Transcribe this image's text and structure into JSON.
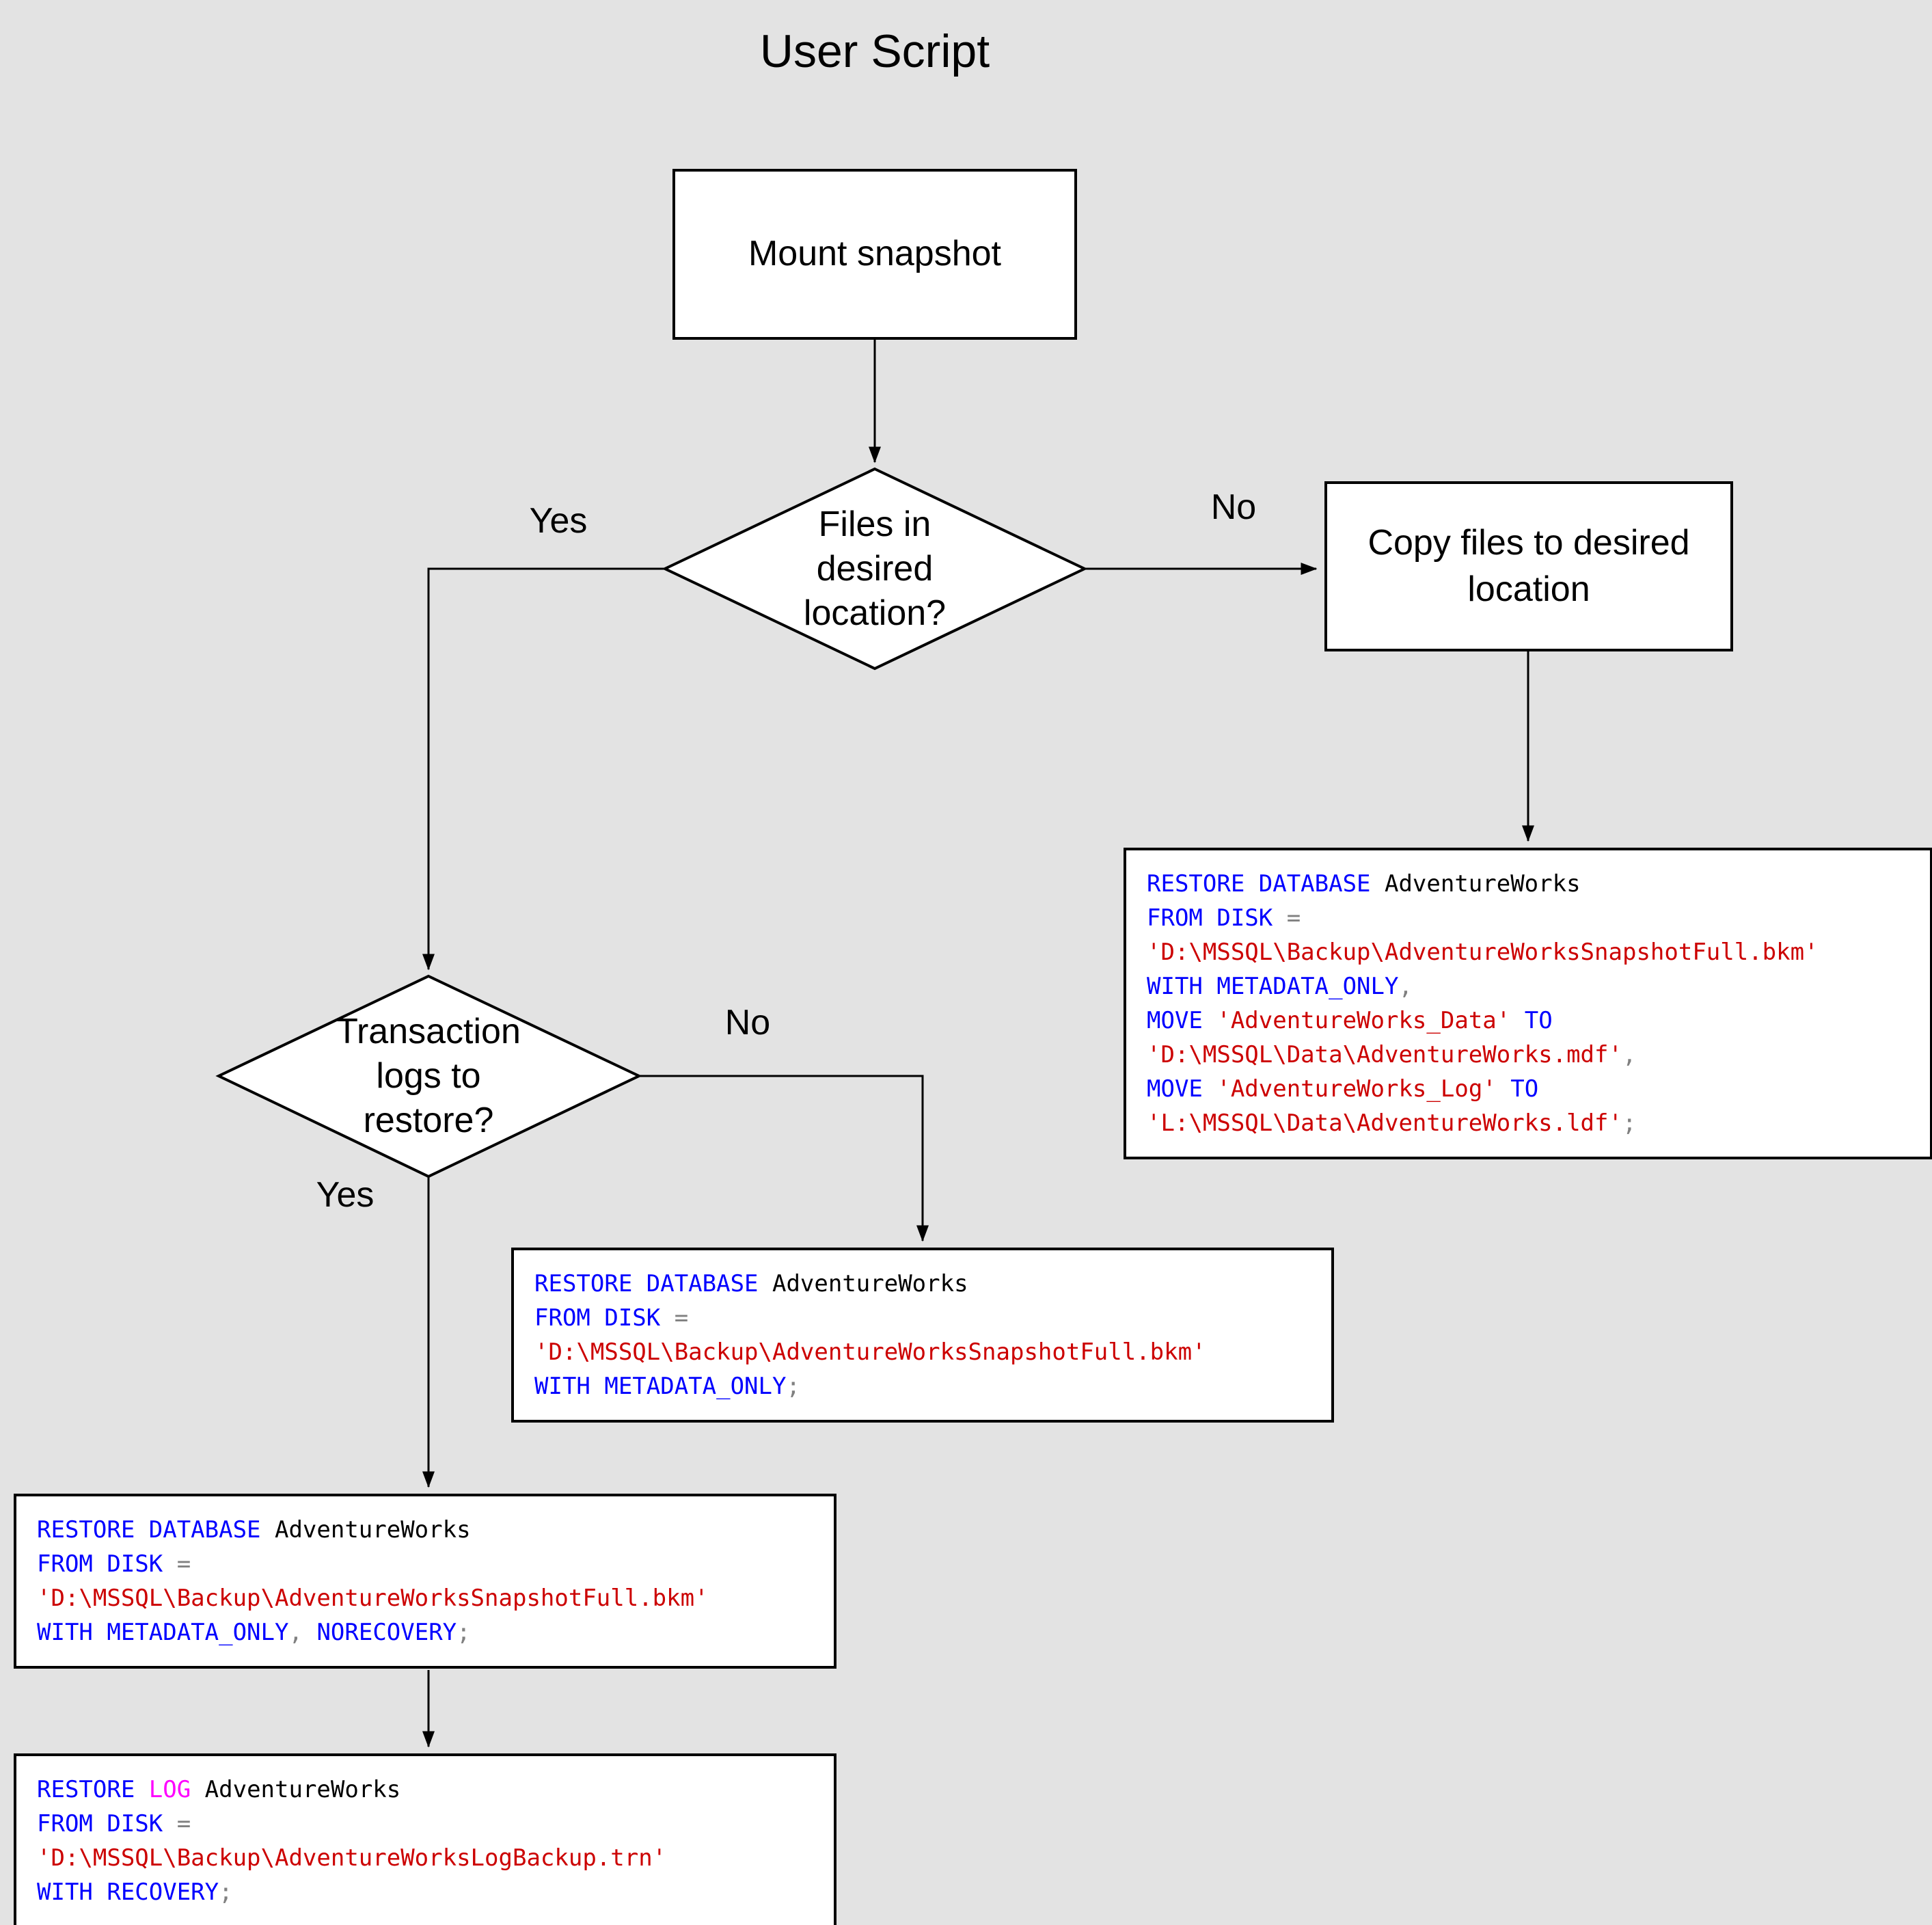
{
  "title": "User Script",
  "colors": {
    "background": "#e3e3e3",
    "node_fill": "#ffffff",
    "node_border": "#000000",
    "sql_keyword": "#0000ff",
    "sql_identifier": "#000000",
    "sql_string": "#cc0000",
    "sql_operator": "#808080",
    "sql_log_keyword": "#ff00ff"
  },
  "nodes": {
    "mount_snapshot": {
      "label": "Mount snapshot"
    },
    "files_in_location_decision": {
      "label": "Files in\ndesired\nlocation?"
    },
    "copy_files": {
      "label": "Copy files to desired\nlocation"
    },
    "transaction_logs_decision": {
      "label": "Transaction\nlogs to\nrestore?"
    }
  },
  "edge_labels": {
    "files_yes": "Yes",
    "files_no": "No",
    "logs_yes": "Yes",
    "logs_no": "No"
  },
  "code_blocks": {
    "restore_with_move": {
      "lines": [
        [
          {
            "t": "RESTORE DATABASE",
            "c": "kw"
          },
          {
            "t": " AdventureWorks",
            "c": "id"
          }
        ],
        [
          {
            "t": "FROM DISK ",
            "c": "kw"
          },
          {
            "t": "=",
            "c": "op"
          }
        ],
        [
          {
            "t": "'D:\\MSSQL\\Backup\\AdventureWorksSnapshotFull.bkm'",
            "c": "str"
          }
        ],
        [
          {
            "t": "WITH METADATA_ONLY",
            "c": "kw"
          },
          {
            "t": ",",
            "c": "op"
          }
        ],
        [
          {
            "t": "MOVE ",
            "c": "kw"
          },
          {
            "t": "'AdventureWorks_Data'",
            "c": "str"
          },
          {
            "t": " ",
            "c": "id"
          },
          {
            "t": "TO",
            "c": "kw"
          }
        ],
        [
          {
            "t": "'D:\\MSSQL\\Data\\AdventureWorks.mdf'",
            "c": "str"
          },
          {
            "t": ",",
            "c": "op"
          }
        ],
        [
          {
            "t": "MOVE ",
            "c": "kw"
          },
          {
            "t": "'AdventureWorks_Log'",
            "c": "str"
          },
          {
            "t": " ",
            "c": "id"
          },
          {
            "t": "TO",
            "c": "kw"
          }
        ],
        [
          {
            "t": "'L:\\MSSQL\\Data\\AdventureWorks.ldf'",
            "c": "str"
          },
          {
            "t": ";",
            "c": "op"
          }
        ]
      ]
    },
    "restore_metadata_only": {
      "lines": [
        [
          {
            "t": "RESTORE DATABASE",
            "c": "kw"
          },
          {
            "t": " AdventureWorks",
            "c": "id"
          }
        ],
        [
          {
            "t": "FROM DISK ",
            "c": "kw"
          },
          {
            "t": "=",
            "c": "op"
          }
        ],
        [
          {
            "t": "'D:\\MSSQL\\Backup\\AdventureWorksSnapshotFull.bkm'",
            "c": "str"
          }
        ],
        [
          {
            "t": "WITH METADATA_ONLY",
            "c": "kw"
          },
          {
            "t": ";",
            "c": "op"
          }
        ]
      ]
    },
    "restore_norecovery": {
      "lines": [
        [
          {
            "t": "RESTORE DATABASE",
            "c": "kw"
          },
          {
            "t": " AdventureWorks",
            "c": "id"
          }
        ],
        [
          {
            "t": "FROM DISK ",
            "c": "kw"
          },
          {
            "t": "=",
            "c": "op"
          }
        ],
        [
          {
            "t": "'D:\\MSSQL\\Backup\\AdventureWorksSnapshotFull.bkm'",
            "c": "str"
          }
        ],
        [
          {
            "t": "WITH METADATA_ONLY",
            "c": "kw"
          },
          {
            "t": ",",
            "c": "op"
          },
          {
            "t": " ",
            "c": "id"
          },
          {
            "t": "NORECOVERY",
            "c": "kw"
          },
          {
            "t": ";",
            "c": "op"
          }
        ]
      ]
    },
    "restore_log": {
      "lines": [
        [
          {
            "t": "RESTORE ",
            "c": "kw"
          },
          {
            "t": "LOG",
            "c": "log"
          },
          {
            "t": " AdventureWorks",
            "c": "id"
          }
        ],
        [
          {
            "t": "FROM DISK ",
            "c": "kw"
          },
          {
            "t": "=",
            "c": "op"
          }
        ],
        [
          {
            "t": "'D:\\MSSQL\\Backup\\AdventureWorksLogBackup.trn'",
            "c": "str"
          }
        ],
        [
          {
            "t": "WITH RECOVERY",
            "c": "kw"
          },
          {
            "t": ";",
            "c": "op"
          }
        ]
      ]
    }
  }
}
